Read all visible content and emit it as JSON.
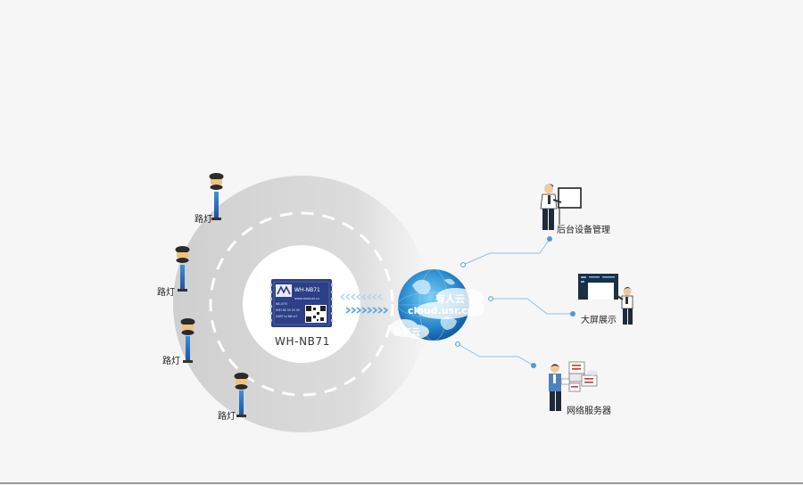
{
  "module": {
    "name": "WH-NB71",
    "chip_title": "WH-NB71",
    "chip_url": "www.mokuai.cn",
    "chip_lines": [
      "NB-IOT0",
      "IMEI 86 00 00 00",
      "UART to NB-IoT"
    ]
  },
  "lamps": [
    {
      "label": "路灯"
    },
    {
      "label": "路灯"
    },
    {
      "label": "路灯"
    },
    {
      "label": "路灯"
    }
  ],
  "cloud": {
    "name": "有人云",
    "url": "cloud.usr.cn",
    "private": "私有云"
  },
  "endpoints": [
    {
      "label": "后台设备管理",
      "icon": "person-monitor-icon"
    },
    {
      "label": "大屏展示",
      "icon": "person-big-screen-icon"
    },
    {
      "label": "网络服务器",
      "icon": "person-server-icon"
    }
  ],
  "colors": {
    "accent": "#3a8fd0",
    "line": "#7fb6e0",
    "lamp_pole": "#2a6db8",
    "lamp_head": "#2b2b2b",
    "lamp_light": "#f0c27a",
    "chip": "#2c3f87"
  }
}
